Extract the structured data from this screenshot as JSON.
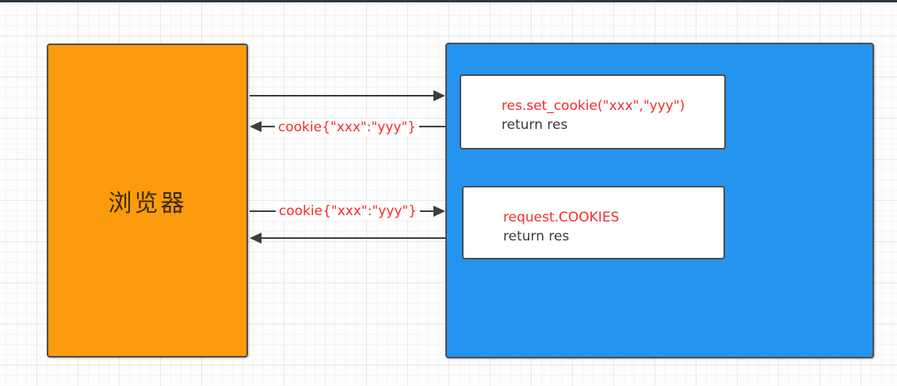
{
  "diagram": {
    "browser": {
      "label": "浏览器"
    },
    "server": {
      "handlers": [
        {
          "code": "res.set_cookie(\"xxx\",\"yyy\")",
          "return_line": "return res"
        },
        {
          "code": "request.COOKIES",
          "return_line": "return res"
        }
      ]
    },
    "flows": [
      {
        "direction": "browser-to-server",
        "label": ""
      },
      {
        "direction": "server-to-browser",
        "label": "cookie{\"xxx\":\"yyy\"}"
      },
      {
        "direction": "browser-to-server",
        "label": "cookie{\"xxx\":\"yyy\"}"
      },
      {
        "direction": "server-to-browser",
        "label": ""
      }
    ],
    "colors": {
      "browser_fill": "#FC9B0D",
      "server_fill": "#2494EF",
      "code_red": "#F62B2B",
      "arrow": "#3D3D3D",
      "node_border": "#4D4D4D",
      "top_bar": "#2C3843"
    }
  }
}
